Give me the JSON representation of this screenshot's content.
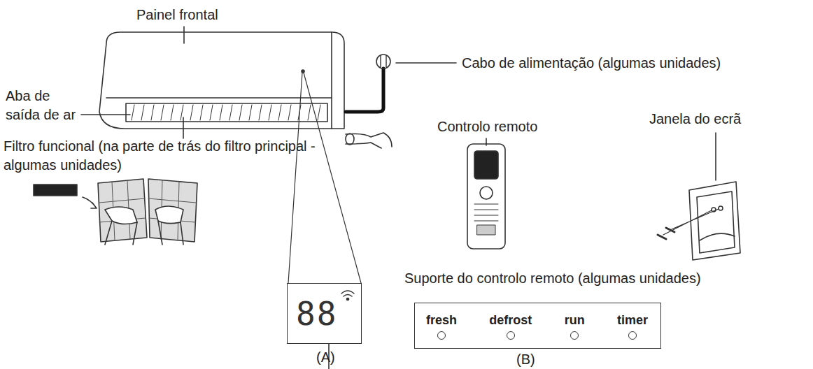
{
  "diagram": {
    "nodes": [
      {
        "text": [
          "88"
        ]
      },
      {
        "text": [
          "fresh",
          "defrost",
          "run",
          "timer"
        ]
      }
    ],
    "labels": [
      "Painel frontal",
      "Cabo de alimentação (algumas unidades)",
      "Aba de saída de ar",
      "Filtro funcional (na parte de trás do filtro principal - algumas unidades)",
      "Controlo remoto",
      "Janela do ecrã",
      "Suporte do controlo remoto (algumas unidades)",
      "(A)",
      "(B)"
    ]
  }
}
